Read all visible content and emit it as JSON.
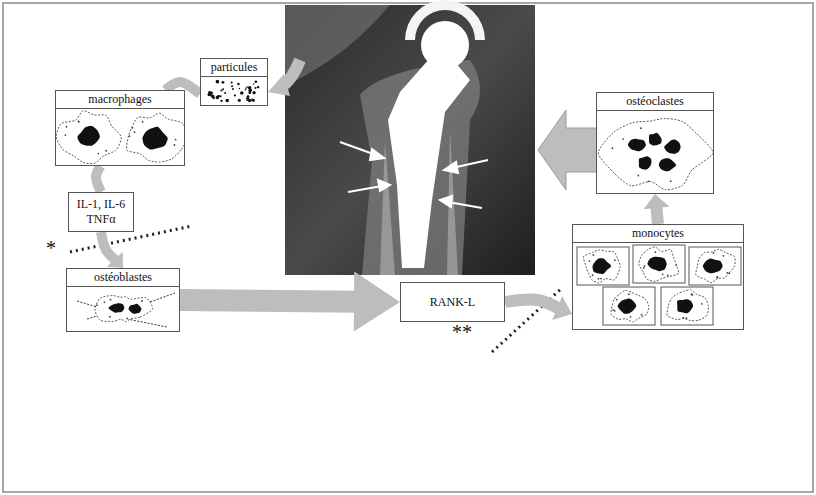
{
  "diagram": {
    "nodes": [
      {
        "text": [
          "particules"
        ]
      },
      {
        "text": [
          "macrophages"
        ]
      },
      {
        "text": [
          "IL-1, IL-6 TNFα"
        ]
      },
      {
        "text": [
          "ostéoblastes"
        ]
      },
      {
        "text": [
          "RANK-L"
        ]
      },
      {
        "text": [
          "monocytes"
        ]
      },
      {
        "text": [
          "ostéoclastes"
        ]
      }
    ],
    "edges": [
      {
        "from": 0,
        "to": 1,
        "arrow": "none"
      },
      {
        "from": 1,
        "to": 2,
        "arrow": "none"
      },
      {
        "from": 2,
        "to": 3,
        "arrow": "to"
      },
      {
        "from": 3,
        "to": 4,
        "arrow": "to"
      },
      {
        "from": 4,
        "to": 5,
        "arrow": "to"
      },
      {
        "from": 5,
        "to": 6,
        "arrow": "to"
      }
    ],
    "labels": [
      "*",
      "**"
    ]
  }
}
